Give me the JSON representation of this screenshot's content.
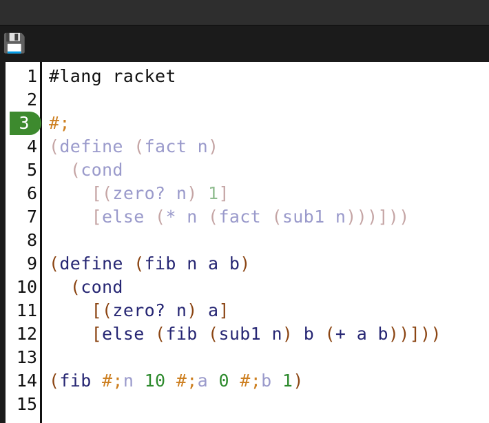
{
  "window": {
    "titlebar_color": "#2e2e2e",
    "toolbar_color": "#1b1b1b"
  },
  "toolbar": {
    "save_icon": "💾",
    "save_icon_name": "floppy-disk-save-icon"
  },
  "editor": {
    "language": "racket",
    "current_line": 3,
    "current_line_badge_color": "#3d8a2e",
    "colors": {
      "paren": "#8b4513",
      "identifier": "#262673",
      "number": "#2d8a2d",
      "hash_semicolon": "#cd7f20",
      "commented_paren": "#c5a5a5",
      "commented_identifier": "#9a9acb",
      "commented_number": "#8fbc8f",
      "plain_text": "#111111"
    },
    "lines": [
      {
        "number": "1",
        "current": false,
        "tokens": [
          {
            "text": "#lang racket",
            "cls": "t-plain"
          }
        ]
      },
      {
        "number": "2",
        "current": false,
        "tokens": []
      },
      {
        "number": "3",
        "current": true,
        "tokens": [
          {
            "text": "#;",
            "cls": "t-hash"
          }
        ]
      },
      {
        "number": "4",
        "current": false,
        "tokens": [
          {
            "text": "(",
            "cls": "t-cparen"
          },
          {
            "text": "define ",
            "cls": "t-cident"
          },
          {
            "text": "(",
            "cls": "t-cparen"
          },
          {
            "text": "fact n",
            "cls": "t-cident"
          },
          {
            "text": ")",
            "cls": "t-cparen"
          }
        ]
      },
      {
        "number": "5",
        "current": false,
        "tokens": [
          {
            "text": "  ",
            "cls": "t-plain"
          },
          {
            "text": "(",
            "cls": "t-cparen"
          },
          {
            "text": "cond",
            "cls": "t-cident"
          }
        ]
      },
      {
        "number": "6",
        "current": false,
        "tokens": [
          {
            "text": "    ",
            "cls": "t-plain"
          },
          {
            "text": "[(",
            "cls": "t-cparen"
          },
          {
            "text": "zero? n",
            "cls": "t-cident"
          },
          {
            "text": ") ",
            "cls": "t-cparen"
          },
          {
            "text": "1",
            "cls": "t-cnum"
          },
          {
            "text": "]",
            "cls": "t-cparen"
          }
        ]
      },
      {
        "number": "7",
        "current": false,
        "tokens": [
          {
            "text": "    ",
            "cls": "t-plain"
          },
          {
            "text": "[",
            "cls": "t-cparen"
          },
          {
            "text": "else ",
            "cls": "t-cident"
          },
          {
            "text": "(",
            "cls": "t-cparen"
          },
          {
            "text": "* n ",
            "cls": "t-cident"
          },
          {
            "text": "(",
            "cls": "t-cparen"
          },
          {
            "text": "fact ",
            "cls": "t-cident"
          },
          {
            "text": "(",
            "cls": "t-cparen"
          },
          {
            "text": "sub1 n",
            "cls": "t-cident"
          },
          {
            "text": ")))])) ",
            "cls": "t-cparen"
          }
        ]
      },
      {
        "number": "8",
        "current": false,
        "tokens": []
      },
      {
        "number": "9",
        "current": false,
        "tokens": [
          {
            "text": "(",
            "cls": "t-paren"
          },
          {
            "text": "define ",
            "cls": "t-ident"
          },
          {
            "text": "(",
            "cls": "t-paren"
          },
          {
            "text": "fib n a b",
            "cls": "t-ident"
          },
          {
            "text": ")",
            "cls": "t-paren"
          }
        ]
      },
      {
        "number": "10",
        "current": false,
        "tokens": [
          {
            "text": "  ",
            "cls": "t-plain"
          },
          {
            "text": "(",
            "cls": "t-paren"
          },
          {
            "text": "cond",
            "cls": "t-ident"
          }
        ]
      },
      {
        "number": "11",
        "current": false,
        "tokens": [
          {
            "text": "    ",
            "cls": "t-plain"
          },
          {
            "text": "[(",
            "cls": "t-paren"
          },
          {
            "text": "zero? n",
            "cls": "t-ident"
          },
          {
            "text": ") ",
            "cls": "t-paren"
          },
          {
            "text": "a",
            "cls": "t-ident"
          },
          {
            "text": "]",
            "cls": "t-paren"
          }
        ]
      },
      {
        "number": "12",
        "current": false,
        "tokens": [
          {
            "text": "    ",
            "cls": "t-plain"
          },
          {
            "text": "[",
            "cls": "t-paren"
          },
          {
            "text": "else ",
            "cls": "t-ident"
          },
          {
            "text": "(",
            "cls": "t-paren"
          },
          {
            "text": "fib ",
            "cls": "t-ident"
          },
          {
            "text": "(",
            "cls": "t-paren"
          },
          {
            "text": "sub1 n",
            "cls": "t-ident"
          },
          {
            "text": ") ",
            "cls": "t-paren"
          },
          {
            "text": "b ",
            "cls": "t-ident"
          },
          {
            "text": "(",
            "cls": "t-paren"
          },
          {
            "text": "+ a b",
            "cls": "t-ident"
          },
          {
            "text": "))])) ",
            "cls": "t-paren"
          }
        ]
      },
      {
        "number": "13",
        "current": false,
        "tokens": []
      },
      {
        "number": "14",
        "current": false,
        "tokens": [
          {
            "text": "(",
            "cls": "t-paren"
          },
          {
            "text": "fib ",
            "cls": "t-ident"
          },
          {
            "text": "#;",
            "cls": "t-hash"
          },
          {
            "text": "n",
            "cls": "t-cident"
          },
          {
            "text": " ",
            "cls": "t-plain"
          },
          {
            "text": "10",
            "cls": "t-num"
          },
          {
            "text": " ",
            "cls": "t-plain"
          },
          {
            "text": "#;",
            "cls": "t-hash"
          },
          {
            "text": "a",
            "cls": "t-cident"
          },
          {
            "text": " ",
            "cls": "t-plain"
          },
          {
            "text": "0",
            "cls": "t-num"
          },
          {
            "text": " ",
            "cls": "t-plain"
          },
          {
            "text": "#;",
            "cls": "t-hash"
          },
          {
            "text": "b",
            "cls": "t-cident"
          },
          {
            "text": " ",
            "cls": "t-plain"
          },
          {
            "text": "1",
            "cls": "t-num"
          },
          {
            "text": ")",
            "cls": "t-paren"
          }
        ]
      },
      {
        "number": "15",
        "current": false,
        "tokens": []
      }
    ]
  }
}
